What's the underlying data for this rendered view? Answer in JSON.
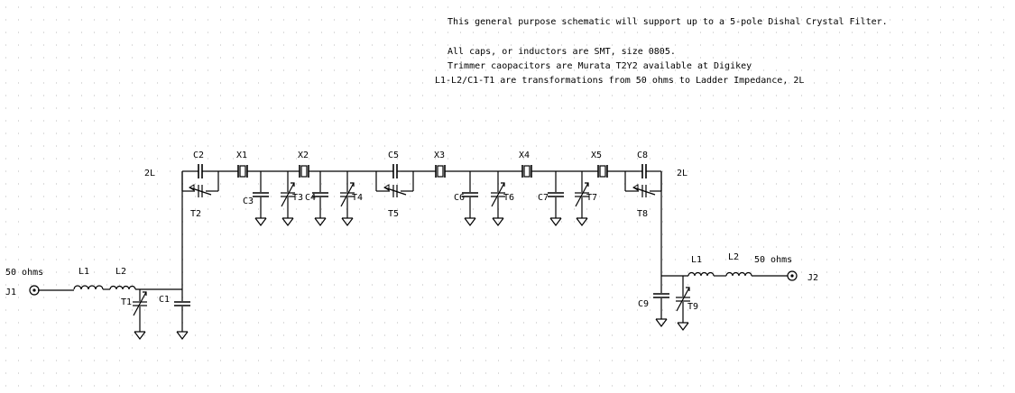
{
  "notes": [
    "This general purpose schematic will support up to a 5-pole Dishal  Crystal Filter.",
    "All caps, or inductors are SMT, size 0805.",
    "Trimmer caopacitors are Murata T2Y2 available at Digikey",
    "L1-L2/C1-T1 are transformations from 50 ohms to Ladder Impedance, 2L"
  ],
  "labels": {
    "zin": "2L",
    "zout": "2L",
    "in_imp": "50 ohms",
    "out_imp": "50 ohms",
    "J1": "J1",
    "J2": "J2",
    "L1a": "L1",
    "L2a": "L2",
    "L1b": "L1",
    "L2b": "L2",
    "C1": "C1",
    "C2": "C2",
    "C3": "C3",
    "C4": "C4",
    "C5": "C5",
    "C6": "C6",
    "C7": "C7",
    "C8": "C8",
    "C9": "C9",
    "T1": "T1",
    "T2": "T2",
    "T3": "T3",
    "T4": "T4",
    "T5": "T5",
    "T6": "T6",
    "T7": "T7",
    "T8": "T8",
    "T9": "T9",
    "X1": "X1",
    "X2": "X2",
    "X3": "X3",
    "X4": "X4",
    "X5": "X5"
  },
  "colors": {
    "wire": "#000000",
    "grid": "#b8b8b8"
  }
}
